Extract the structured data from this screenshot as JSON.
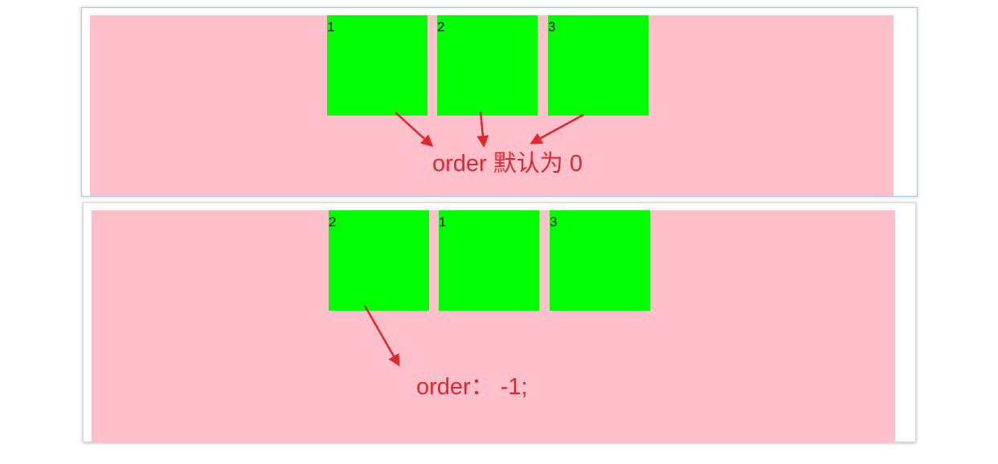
{
  "colors": {
    "container_bg": "#ffc0cb",
    "item_bg": "#00ff00",
    "annotation": "#e3262b"
  },
  "top_panel": {
    "items": [
      {
        "label": "1"
      },
      {
        "label": "2"
      },
      {
        "label": "3"
      }
    ],
    "annotation": "order  默认为 0"
  },
  "bottom_panel": {
    "items": [
      {
        "label": "2"
      },
      {
        "label": "1"
      },
      {
        "label": "3"
      }
    ],
    "annotation": "order：  -1;"
  }
}
